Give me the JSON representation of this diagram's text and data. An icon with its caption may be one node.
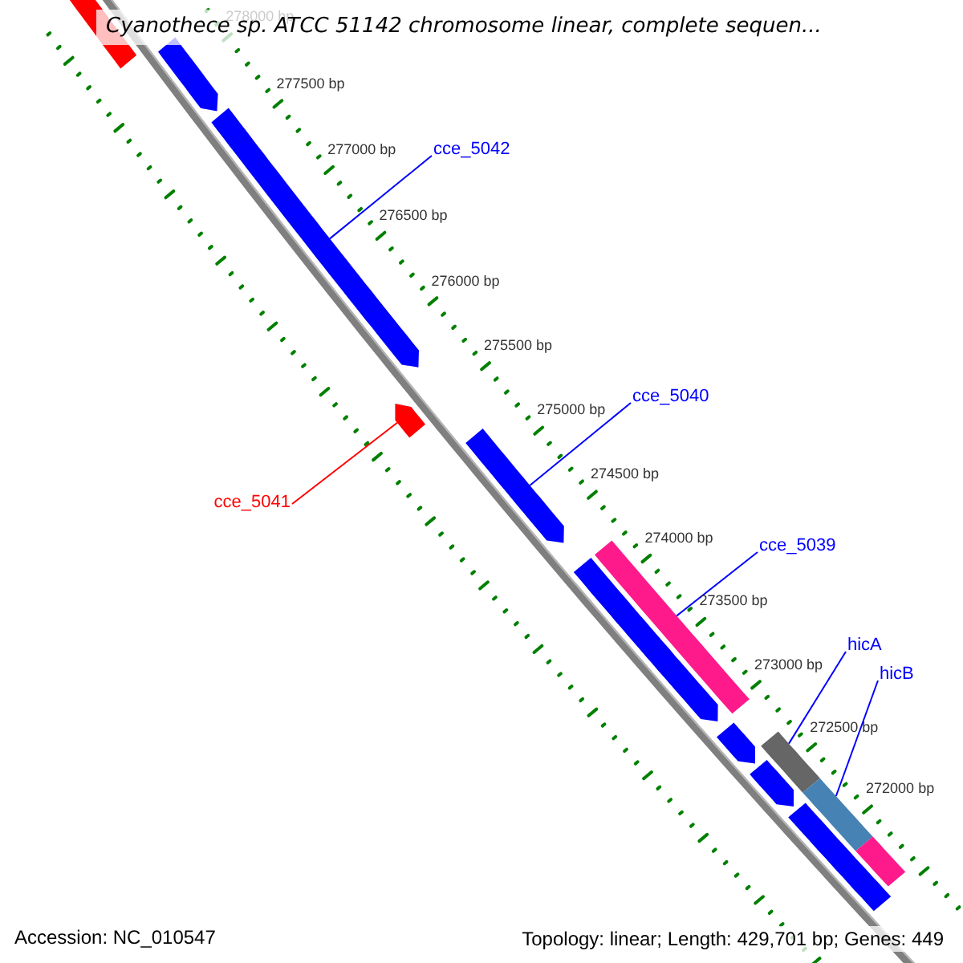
{
  "diagram": {
    "title": "Cyanothece sp. ATCC 51142 chromosome linear, complete sequen...",
    "nodes": [
      {
        "text": [
          "cce_5042"
        ]
      },
      {
        "text": [
          "cce_5040"
        ]
      },
      {
        "text": [
          "cce_5041"
        ]
      },
      {
        "text": [
          "cce_5039"
        ]
      },
      {
        "text": [
          "hicA"
        ]
      },
      {
        "text": [
          "hicB"
        ]
      },
      {
        "text": [],
        "shape": "arrow"
      },
      {
        "text": [],
        "shape": "arrow"
      },
      {
        "text": [],
        "shape": "arrow"
      },
      {
        "text": [],
        "shape": "arrow"
      },
      {
        "text": [],
        "shape": "arrow"
      },
      {
        "text": [],
        "shape": "bar"
      },
      {
        "text": [],
        "shape": "arrow"
      },
      {
        "text": [],
        "shape": "arrow"
      },
      {
        "text": [],
        "shape": "bar"
      },
      {
        "text": [],
        "shape": "arrow"
      },
      {
        "text": [],
        "shape": "bar"
      },
      {
        "text": [],
        "shape": "bar"
      },
      {
        "text": [],
        "shape": "bar"
      }
    ],
    "edges": [
      {
        "from": 0,
        "to": 8,
        "arrow": "none"
      },
      {
        "from": 1,
        "to": 10,
        "arrow": "none"
      },
      {
        "from": 2,
        "to": 9,
        "arrow": "none",
        "color": "#ff0000"
      },
      {
        "from": 3,
        "to": 11,
        "arrow": "none"
      },
      {
        "from": 4,
        "to": 14,
        "arrow": "none"
      },
      {
        "from": 5,
        "to": 16,
        "arrow": "none"
      }
    ],
    "labels": [
      "278000 bp",
      "277500 bp",
      "277000 bp",
      "276500 bp",
      "276000 bp",
      "275500 bp",
      "275000 bp",
      "274500 bp",
      "274000 bp",
      "273500 bp",
      "273000 bp",
      "272500 bp",
      "272000 bp",
      "Accession: NC_010547",
      "Topology: linear; Length: 429,701 bp; Genes: 449"
    ]
  }
}
